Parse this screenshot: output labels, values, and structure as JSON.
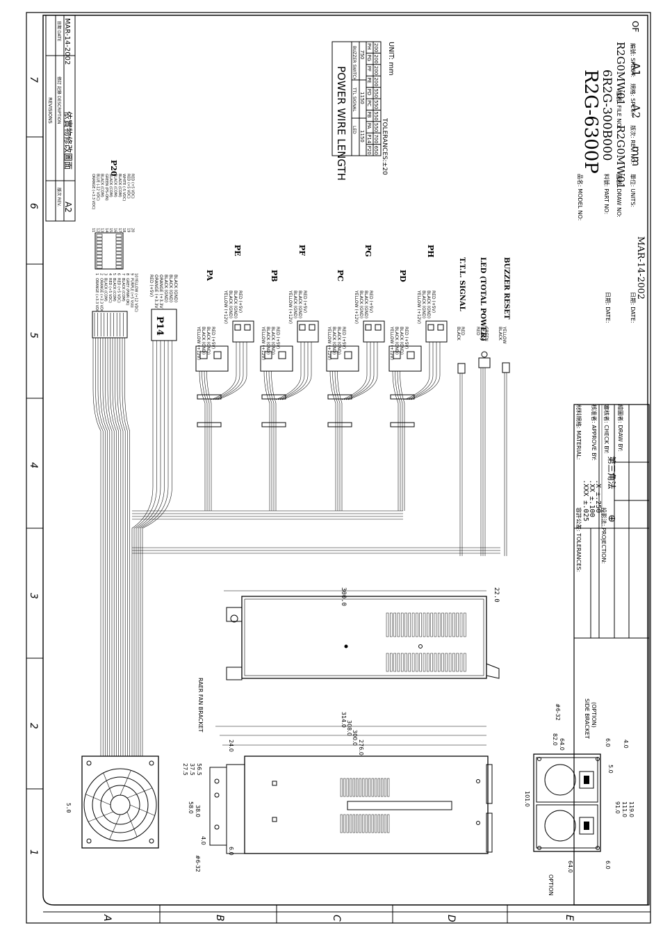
{
  "border": {
    "zones_top": [
      "7",
      "6",
      "5",
      "4",
      "3",
      "2",
      "1"
    ],
    "zones_left": [
      "A",
      "B",
      "C",
      "D",
      "E"
    ]
  },
  "revisions": {
    "title": "REVISIONS",
    "col_rev": "版次 REV.",
    "col_desc": "修訂 記錄 DESCRIPTION",
    "col_date": "日期 DATE",
    "row": {
      "rev": "A2",
      "desc": "依實物修改圖面",
      "date": "MAR-14-2002"
    }
  },
  "connectors": {
    "p20": {
      "label": "P20",
      "pins_left": [
        "1",
        "2",
        "3",
        "4",
        "5",
        "6",
        "7",
        "8",
        "9",
        "10"
      ],
      "wires_left": [
        "ORANGE (+3.3 VDC)",
        "ORANGE (+3.3 VDC)",
        "BLACK (COM)",
        "RED (+5 VDC)",
        "BLACK (COM)",
        "RED (+5 VDC)",
        "BLACK (COM)",
        "GREY (PWR OK)",
        "PURPLE (+5 Vsb)",
        "YELLOW (+12 VDC)"
      ],
      "pins_right": [
        "11",
        "12",
        "13",
        "14",
        "15",
        "16",
        "17",
        "18",
        "19",
        "20"
      ],
      "wires_right": [
        "ORANGE (+3.3 VDC)",
        "BLUE (-12 VDC)",
        "BLACK (COM)",
        "GREEN (PS-ON)",
        "BLACK (COM)",
        "BLACK (COM)",
        "BLACK (COM)",
        "WHITE (-5 VDC)",
        "RED (+5 VDC)",
        "RED (+5 VDC)"
      ]
    },
    "p14": {
      "label": "P14",
      "wires": [
        "RED (+5V)",
        "ORANGE (+3.3V)",
        "ORANGE (+3.3V)",
        "BLACK (GND)",
        "BLACK (GND)",
        "BLACK (GND)"
      ]
    },
    "peripherals": [
      {
        "label": "PA",
        "wires": [
          "YELLOW (+12V)",
          "BLACK (GND)",
          "BLACK (GND)",
          "RED (+5V)"
        ]
      },
      {
        "label": "PE",
        "wires": [
          "YELLOW (+12V)",
          "BLACK (GND)",
          "BLACK (GND)",
          "RED (+5V)"
        ]
      },
      {
        "label": "PB",
        "wires": [
          "YELLOW (+12V)",
          "BLACK (GND)",
          "BLACK (GND)",
          "RED (+5V)"
        ]
      },
      {
        "label": "PF",
        "wires": [
          "YELLOW (+12V)",
          "BLACK (GND)",
          "BLACK (GND)",
          "RED (+5V)"
        ]
      },
      {
        "label": "PC",
        "wires": [
          "YELLOW (+12V)",
          "BLACK (GND)",
          "BLACK (GND)",
          "RED (+5V)"
        ]
      },
      {
        "label": "PG",
        "wires": [
          "YELLOW (+12V)",
          "BLACK (GND)",
          "BLACK (GND)",
          "RED (+5V)"
        ]
      },
      {
        "label": "PD",
        "wires": [
          "YELLOW (+12V)",
          "BLACK (GND)",
          "BLACK (GND)",
          "RED (+5V)"
        ]
      },
      {
        "label": "PH",
        "wires": [
          "YELLOW (+12V)",
          "BLACK (GND)",
          "BLACK (GND)",
          "RED (+5V)"
        ]
      }
    ],
    "signals": [
      {
        "label": "T.T.L. SIGNAL",
        "wires": [
          "BLACK",
          "RED"
        ]
      },
      {
        "label": "LED (TOTAL POWER)",
        "wires": [
          "RED",
          "BLACK",
          "GREEN"
        ]
      },
      {
        "label": "BUZZER RESET",
        "wires": [
          "BLACK",
          "YELLOW"
        ]
      }
    ]
  },
  "wire_length_table": {
    "title": "POWER WIRE LENGTH",
    "groups": [
      "LED",
      "TTL SIGNAL",
      "BUZZER SWITCH"
    ],
    "group_values": [
      "1150",
      "1150",
      "750"
    ],
    "headers": [
      "P20",
      "P14",
      "PA",
      "PB",
      "PC",
      "PD",
      "PE",
      "PF",
      "PG",
      "PH"
    ],
    "values": [
      "650",
      "700",
      "550",
      "550",
      "550",
      "550",
      "200",
      "200",
      "200",
      "200"
    ],
    "tolerance": "TOLERANCES:±20",
    "unit": "UNIT: mm"
  },
  "dimensions": {
    "top_view": [
      "300.0",
      "22.0"
    ],
    "side_view": [
      "314.0",
      "308.0",
      "300.0",
      "276.0",
      "24.0",
      "58.0",
      "38.0",
      "27.5",
      "37.5",
      "56.5",
      "4.0",
      "6.0",
      "#6-32",
      "RAER FAN BRACKET"
    ],
    "fan_view": [
      "5.0"
    ],
    "rear_view": [
      "82.0",
      "64.0",
      "6.0",
      "4.0",
      "5.0",
      "91.0",
      "111.0",
      "119.0",
      "101.0",
      "64.0",
      "6.0",
      "#6-32",
      "SIDE BRACKET",
      "(OPTION)",
      "OPTION"
    ]
  },
  "title_block": {
    "tolerances_label": "容許公差: TOLERANCES:",
    "tol_xxx": ".XXX  ±.025",
    "tol_xx": ".XX   ±.100",
    "tol_x": ".X    ±.250",
    "projection_label": "投影法: PROJECTION:",
    "projection": "第三角法",
    "material_label": "材料規格: MATERIAL:",
    "approve_label": "核准者: APPROVE BY:",
    "check_label": "審核者: CHECK BY:",
    "draw_label": "繪圖者: DRAW BY:",
    "date_label": "日期: DATE:",
    "date": "MAR-14-2002",
    "model_label": "品名: MODEL NO:",
    "model": "R2G-6300P",
    "part_label": "料號: PART NO:",
    "part": "6R2G-300B000",
    "drawno_label": "圖號: DRAW NO:",
    "drawno": "R2G0MW01",
    "fileno_label": "檔號: FILE NO:",
    "fileno": "R2G0MW01",
    "units_label": "單位: UNITS:",
    "units": "mm",
    "rev_label": "版次: REV. NO:",
    "rev": "A2",
    "spec_label": "規格: SPEC.:",
    "spec": "A1",
    "sheet_label": "編號: SHEET:",
    "sheet": "OF"
  }
}
